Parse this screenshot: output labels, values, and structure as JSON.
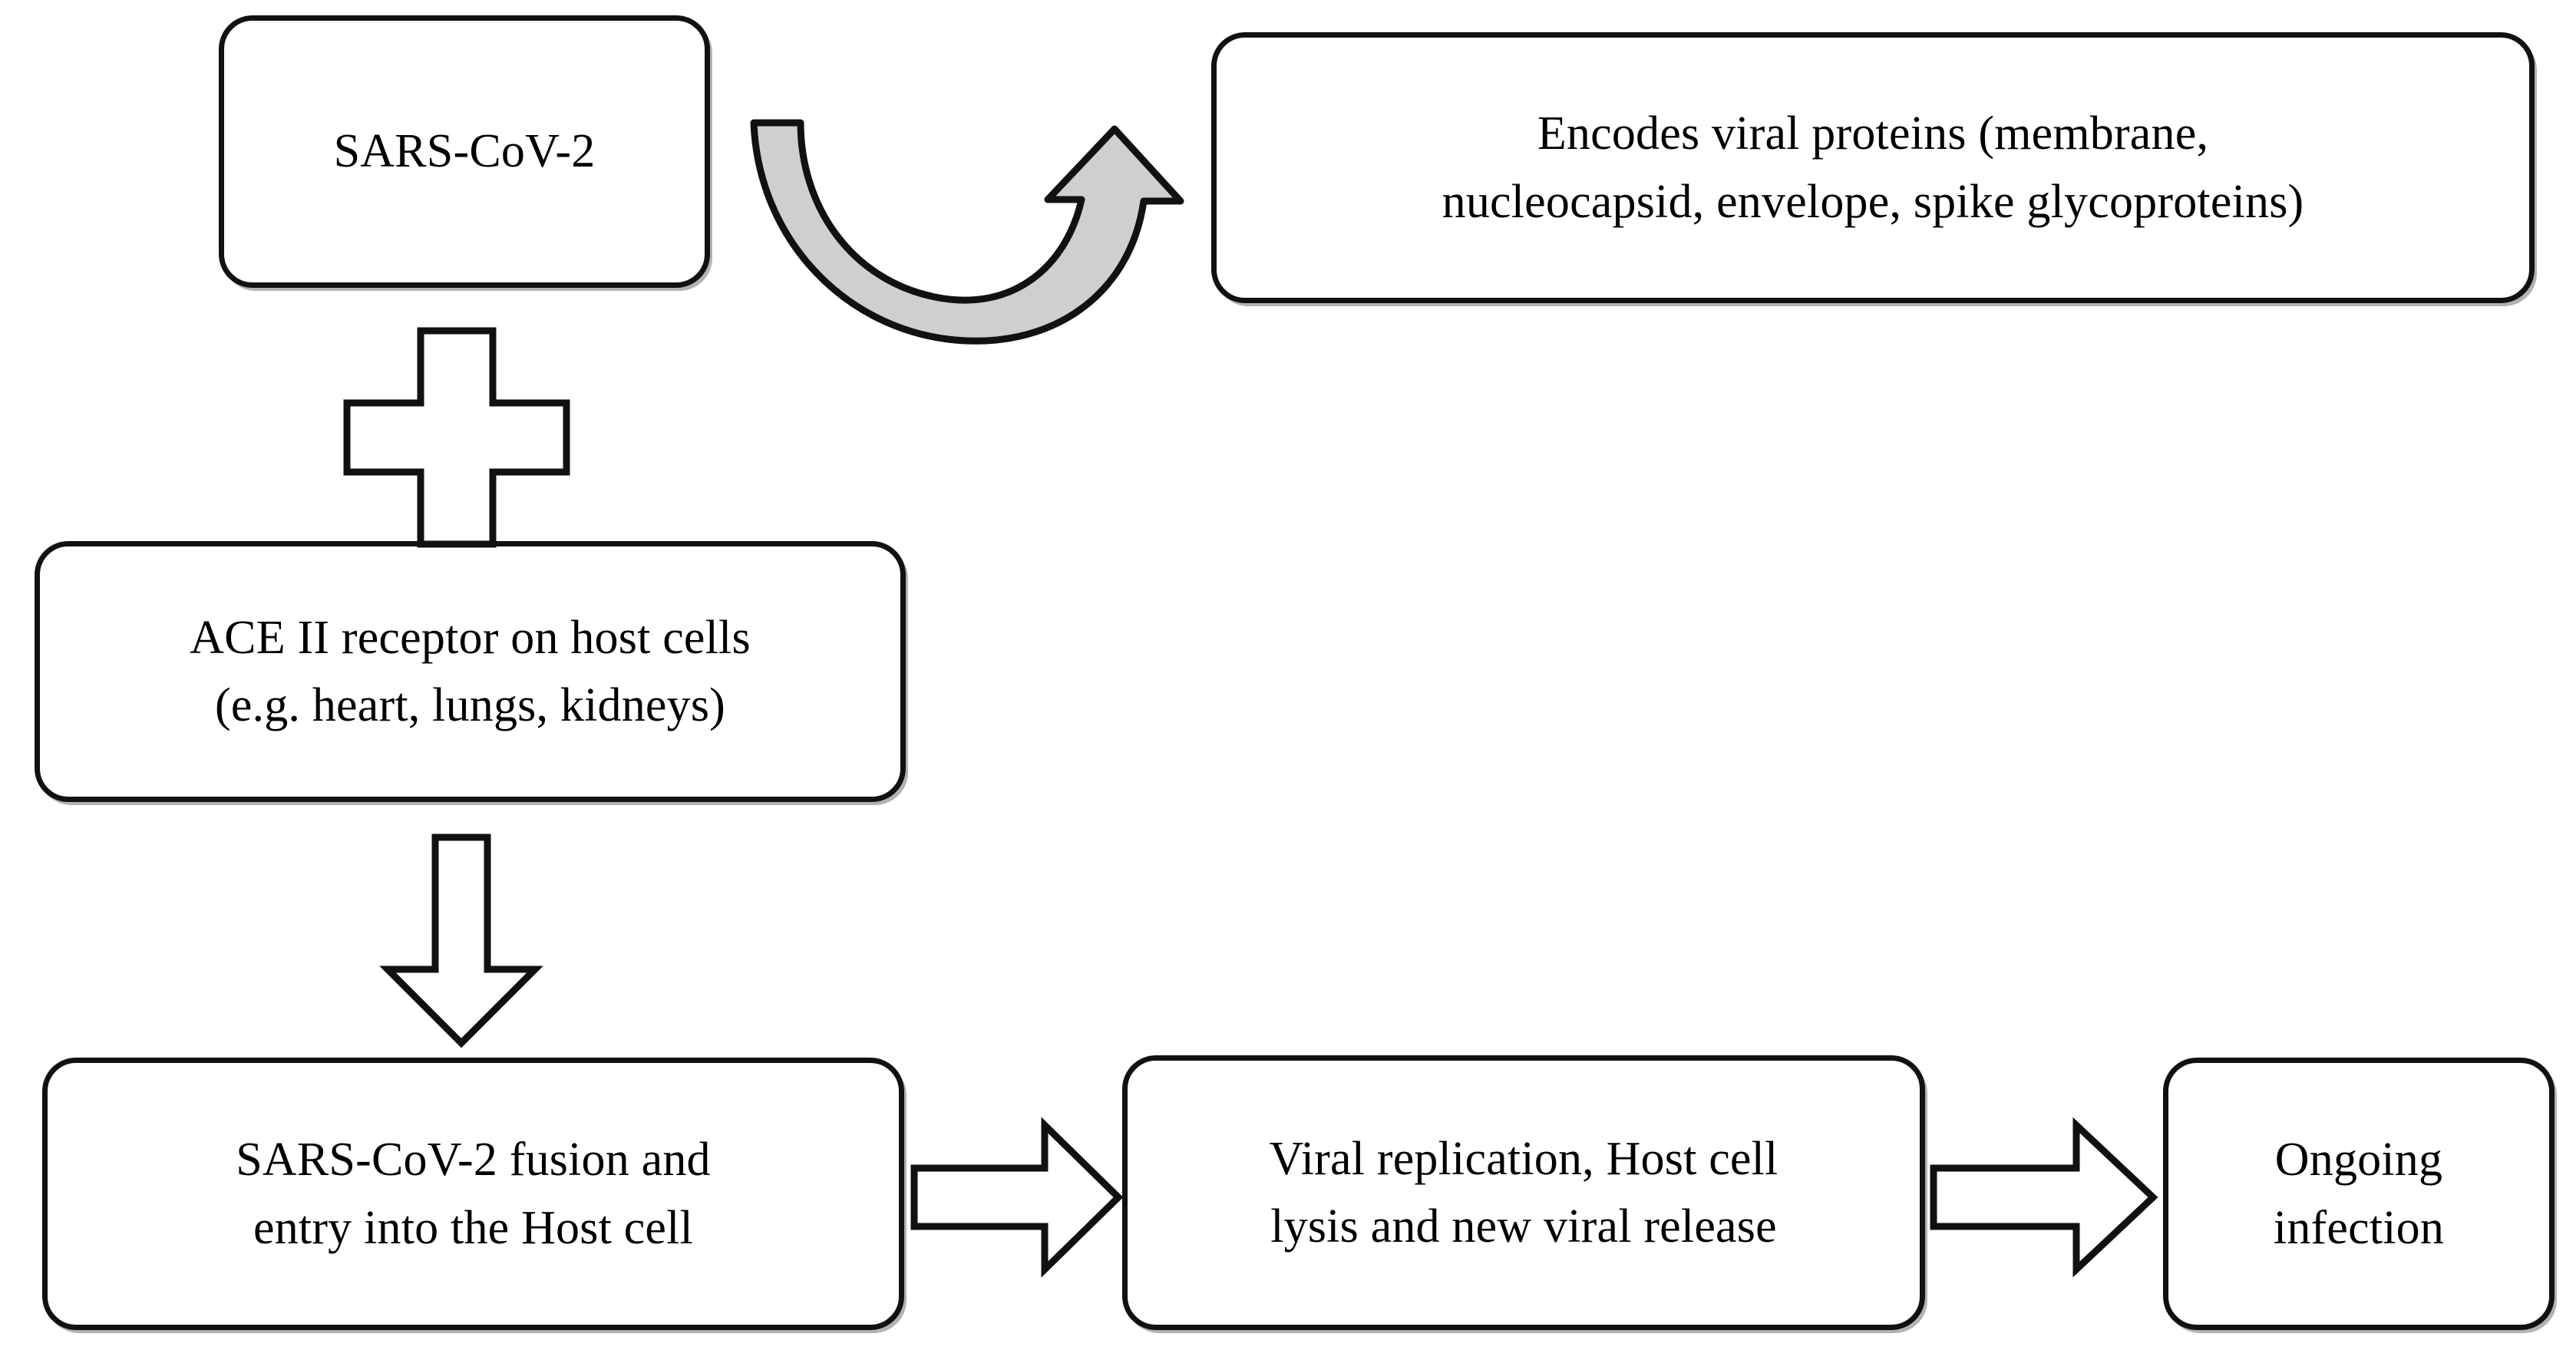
{
  "diagram": {
    "title": "SARS-CoV-2 host cell infection pathway",
    "background_color": "#ffffff",
    "stroke_color": "#111111",
    "ribbon_fill_color": "#cfcfcf"
  },
  "nodes": [
    {
      "id": "virus",
      "label": "SARS-CoV-2"
    },
    {
      "id": "encodes",
      "label": "Encodes viral proteins (membrane,\nnucleocapsid, envelope, spike glycoproteins)"
    },
    {
      "id": "ace2",
      "label": "ACE II receptor on host cells\n(e.g. heart, lungs, kidneys)"
    },
    {
      "id": "fusion",
      "label": "SARS-CoV-2 fusion and\nentry into the Host cell"
    },
    {
      "id": "replication",
      "label": "Viral replication, Host cell\nlysis and new viral release"
    },
    {
      "id": "ongoing",
      "label": "Ongoing\ninfection"
    }
  ],
  "connectors": [
    {
      "id": "curved-arrow",
      "icon": "curved-up-arrow-icon",
      "from": "virus",
      "to": "encodes"
    },
    {
      "id": "plus-connector",
      "icon": "plus-sign-icon",
      "from": "virus",
      "to": "ace2"
    },
    {
      "id": "down-arrow",
      "icon": "down-arrow-icon",
      "from": "ace2",
      "to": "fusion"
    },
    {
      "id": "right-arrow-1",
      "icon": "right-arrow-icon",
      "from": "fusion",
      "to": "replication"
    },
    {
      "id": "right-arrow-2",
      "icon": "right-arrow-icon",
      "from": "replication",
      "to": "ongoing"
    }
  ]
}
